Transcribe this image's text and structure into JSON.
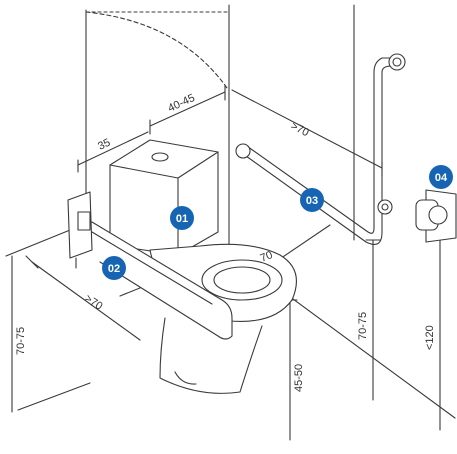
{
  "diagram": {
    "badges": [
      "01",
      "02",
      "03",
      "04"
    ],
    "dimensions": {
      "back_offset": "35",
      "wall_offset": "40-45",
      "rear_wall_length": ">70",
      "front_clearance": "70",
      "side_rail_depth": ">70",
      "rail_height_left": "70-75",
      "rail_height_right": "70-75",
      "seat_height": "45-50",
      "dispenser_height": "<120"
    },
    "colors": {
      "badge": "#1765b2",
      "line": "#3a3a3a",
      "background": "#ffffff"
    }
  }
}
